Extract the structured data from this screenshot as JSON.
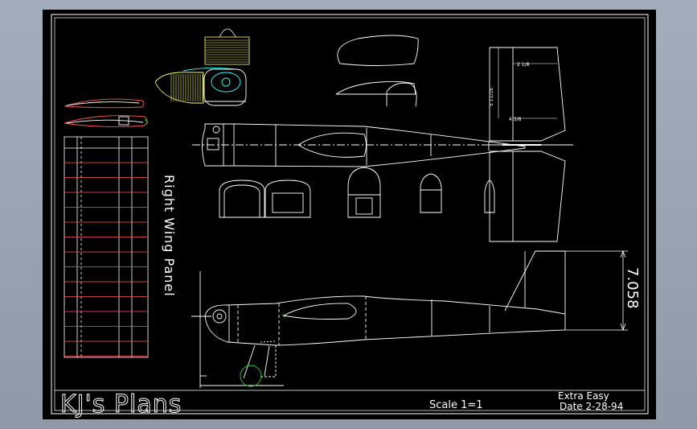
{
  "drawing": {
    "title": "KJ's Plans",
    "scale": "Scale 1=1",
    "model_name": "Extra Easy",
    "date": "Date 2-28-94",
    "wing_label": "Right Wing Panel",
    "dimension_height": "7.058",
    "dim_tail_1": "2 1/8",
    "dim_tail_2": "5 11/16",
    "dim_tail_3": "4 3/8"
  },
  "colors": {
    "background": "#000000",
    "line": "#ffffff",
    "cowl_yellow": "#ffff66",
    "cowl_cyan": "#33ffff",
    "wing_red": "#ff4d4d",
    "wheel_green": "#22cc22"
  }
}
